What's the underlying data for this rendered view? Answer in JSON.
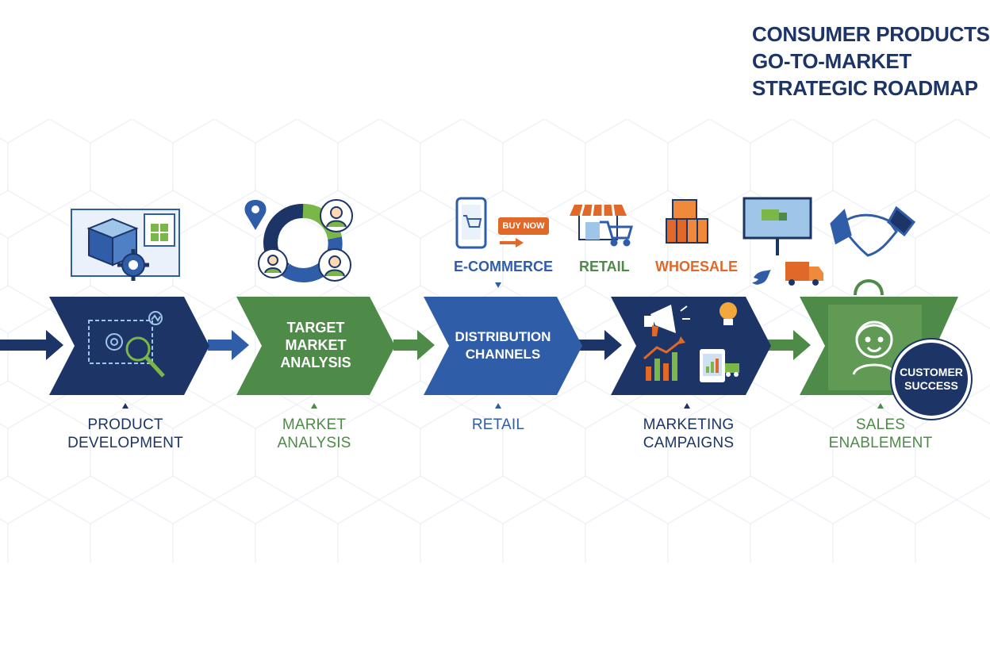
{
  "title": {
    "line1": "CONSUMER PRODUCTS",
    "line2": "GO-TO-MARKET",
    "line3": "STRATEGIC ROADMAP"
  },
  "stages": [
    {
      "chevron_text": "",
      "label_line1": "PRODUCT",
      "label_line2": "DEVELOPMENT",
      "color": "#1d3566"
    },
    {
      "chevron_text_1": "TARGET",
      "chevron_text_2": "MARKET",
      "chevron_text_3": "ANALYSIS",
      "label_line1": "MARKET",
      "label_line2": "ANALYSIS",
      "color": "#4e8a48"
    },
    {
      "chevron_text_1": "DISTRIBUTION",
      "chevron_text_2": "CHANNELS",
      "label_line1": "RETAIL",
      "color": "#2f5da8"
    },
    {
      "label_line1": "MARKETING",
      "label_line2": "CAMPAIGNS",
      "color": "#1d3566"
    },
    {
      "label_line1": "SALES",
      "label_line2": "ENABLEMENT",
      "color": "#4e8a48"
    }
  ],
  "channels": {
    "ecommerce": "E-COMMERCE",
    "retail": "RETAIL",
    "wholesale": "WHOESALE",
    "buy_now": "BUY NOW"
  },
  "badge": {
    "line1": "CUSTOMER",
    "line2": "SUCCESS"
  },
  "colors": {
    "navy": "#1d3566",
    "green": "#4e8a48",
    "blue": "#2f5da8",
    "orange": "#e0692a"
  },
  "icons": [
    "product-box-icon",
    "gear-icon",
    "magnifier-icon",
    "location-pin-icon",
    "donut-chart-icon",
    "person-icon",
    "smartphone-cart-icon",
    "storefront-icon",
    "shopping-cart-icon",
    "boxes-icon",
    "billboard-icon",
    "delivery-truck-icon",
    "bird-icon",
    "handshake-icon",
    "megaphone-icon",
    "lightbulb-icon",
    "bar-chart-icon",
    "tablet-icon",
    "shopping-bag-icon",
    "customer-face-icon"
  ]
}
